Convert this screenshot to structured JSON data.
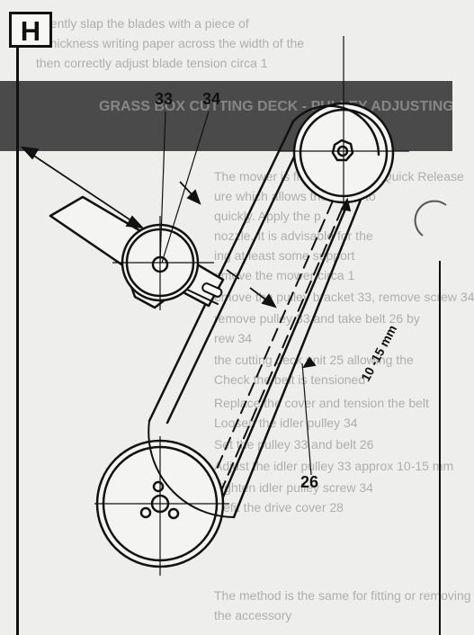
{
  "figure": {
    "letter": "H",
    "part_labels": {
      "idler_pulley": "33",
      "idler_screw": "34",
      "belt": "26"
    },
    "tension_measurement": "10 -15 mm"
  },
  "background_text": {
    "top_lines": [
      "gently slap the blades with a piece of",
      "e thickness writing paper across the width of the",
      "then correctly adjust blade tension circa 1"
    ],
    "header": "GRASS BOX CUTTING DECK - PULLEY ADJUSTING",
    "body_lines": [
      "The mower is fitted with a QX Quick Release",
      "ure which allows the blade to",
      "quickly. Apply the p",
      "nozzle. It is advisable for the",
      "ing at least some support",
      "emove the mower circa 1",
      "emove the pulley bracket 33, remove screw 34",
      "remove pulley 33 and take belt 26 by",
      "rew 34",
      "the cutting deck unit 25 allowing the",
      "Check the belt is tensioned",
      "Replace the cover and tension the belt",
      "Loosen the idler pulley 34",
      "Set the pulley 33 and belt 26",
      "Adjust the idler pulley 33 approx 10-15 mm",
      "Tighten idler pulley screw 34",
      "Refit the drive cover 28",
      "The method is the same for fitting or removing",
      "the accessory"
    ]
  },
  "colors": {
    "ink": "#111111",
    "paper": "#eeeeec",
    "faded_text": "#7b7b7b",
    "header_band": "#4a4a4a"
  },
  "icons": {
    "nut": "hex-nut-icon",
    "arrow": "arrow-icon"
  }
}
